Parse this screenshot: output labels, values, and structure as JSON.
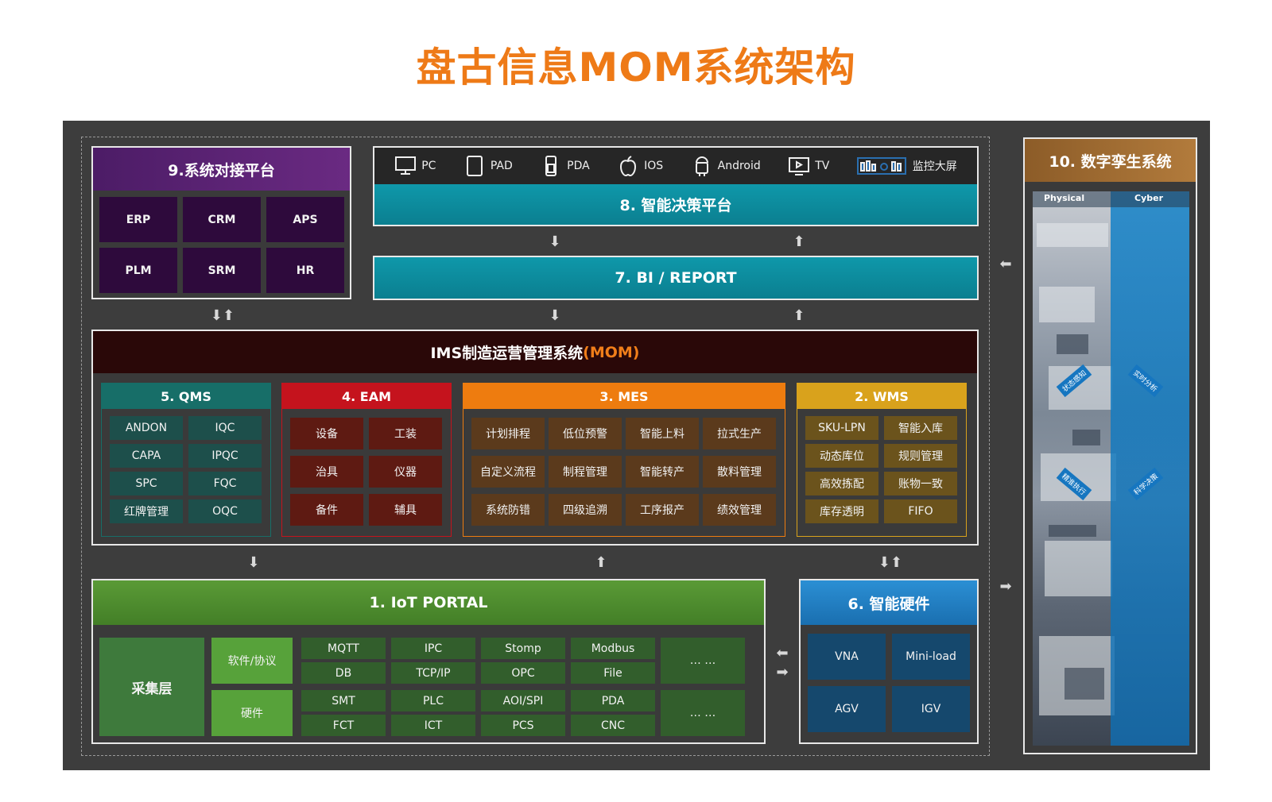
{
  "title": "盘古信息MOM系统架构",
  "colors": {
    "title": "#ee7a17",
    "board": "#3d3d3d",
    "teal": "#0d8fa1",
    "purple": "#5a2273",
    "qms": "#176e68",
    "eam": "#c5131d",
    "mes": "#ee7c0f",
    "wms": "#d9a21c",
    "iot": "#4b8a2e",
    "hw": "#1e7ec0",
    "twin": "#a57235"
  },
  "integration": {
    "title": "9.系统对接平台",
    "items": [
      "ERP",
      "CRM",
      "APS",
      "PLM",
      "SRM",
      "HR"
    ]
  },
  "devices": [
    {
      "icon": "monitor-icon",
      "label": "PC"
    },
    {
      "icon": "tablet-icon",
      "label": "PAD"
    },
    {
      "icon": "pda-icon",
      "label": "PDA"
    },
    {
      "icon": "apple-icon",
      "label": "IOS"
    },
    {
      "icon": "android-icon",
      "label": "Android"
    },
    {
      "icon": "tv-icon",
      "label": "TV"
    },
    {
      "icon": "dashboard-screen-icon",
      "label": "监控大屏"
    }
  ],
  "decision": {
    "title": "8. 智能决策平台"
  },
  "bi": {
    "title": "7. BI / REPORT"
  },
  "mom": {
    "title_prefix": "IMS制造运营管理系统",
    "title_suffix": "(MOM)"
  },
  "qms": {
    "title": "5. QMS",
    "items": [
      "ANDON",
      "IQC",
      "CAPA",
      "IPQC",
      "SPC",
      "FQC",
      "红牌管理",
      "OQC"
    ]
  },
  "eam": {
    "title": "4. EAM",
    "items": [
      "设备",
      "工装",
      "治具",
      "仪器",
      "备件",
      "辅具"
    ]
  },
  "mes": {
    "title": "3. MES",
    "items": [
      "计划排程",
      "低位预警",
      "智能上料",
      "拉式生产",
      "自定义流程",
      "制程管理",
      "智能转产",
      "散料管理",
      "系统防错",
      "四级追溯",
      "工序报产",
      "绩效管理"
    ]
  },
  "wms": {
    "title": "2. WMS",
    "items": [
      "SKU-LPN",
      "智能入库",
      "动态库位",
      "规则管理",
      "高效拣配",
      "账物一致",
      "库存透明",
      "FIFO"
    ]
  },
  "iot": {
    "title": "1. IoT PORTAL",
    "layer": "采集层",
    "software_label": "软件/协议",
    "hardware_label": "硬件",
    "software_items": [
      "MQTT",
      "IPC",
      "Stomp",
      "Modbus",
      "DB",
      "TCP/IP",
      "OPC",
      "File"
    ],
    "hardware_items": [
      "SMT",
      "PLC",
      "AOI/SPI",
      "PDA",
      "FCT",
      "ICT",
      "PCS",
      "CNC"
    ],
    "more": "… …"
  },
  "hardware": {
    "title": "6. 智能硬件",
    "items": [
      "VNA",
      "Mini-load",
      "AGV",
      "IGV"
    ]
  },
  "twin": {
    "title": "10. 数字孪生系统",
    "physical": "Physical",
    "cyber": "Cyber",
    "tags": [
      "状态感知",
      "实时分析",
      "精准执行",
      "科学决策"
    ]
  }
}
